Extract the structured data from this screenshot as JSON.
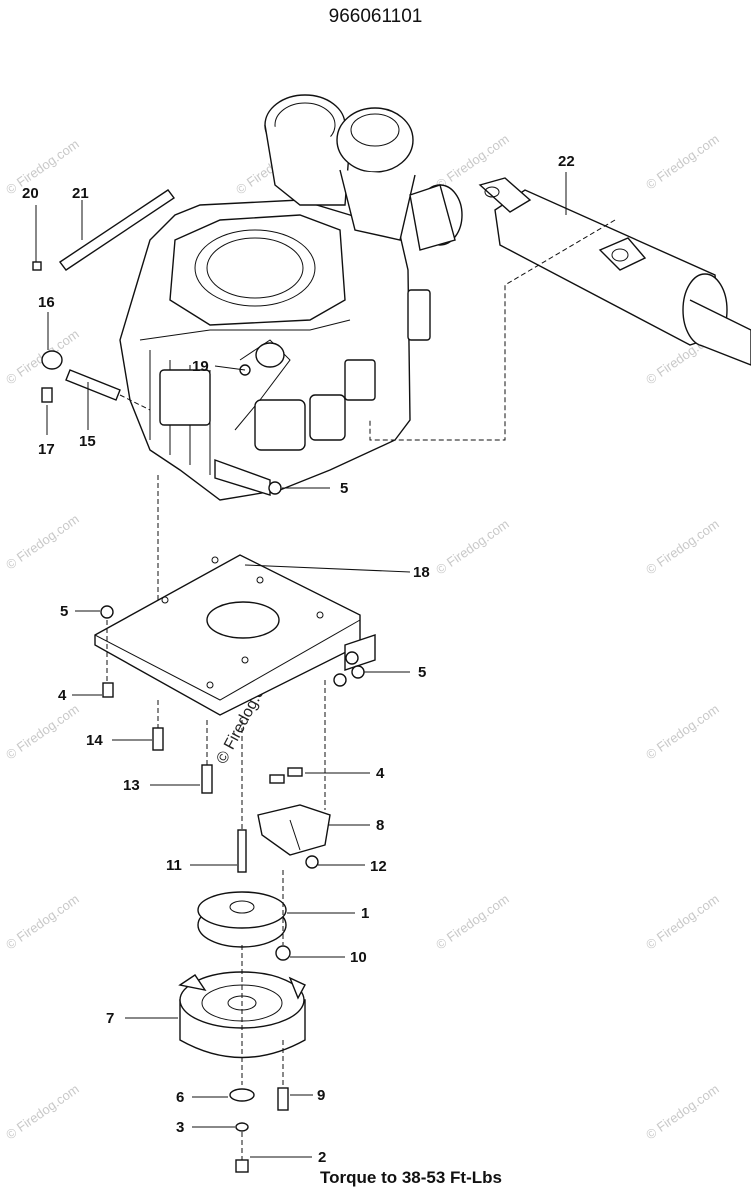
{
  "title": "966061101",
  "footer": "Torque to 38-53 Ft-Lbs",
  "watermark": "© Firedog.com",
  "callouts": [
    "20",
    "21",
    "22",
    "16",
    "19",
    "17",
    "15",
    "5",
    "18",
    "5",
    "5",
    "4",
    "14",
    "13",
    "4",
    "8",
    "11",
    "12",
    "1",
    "10",
    "7",
    "6",
    "9",
    "3",
    "2"
  ]
}
